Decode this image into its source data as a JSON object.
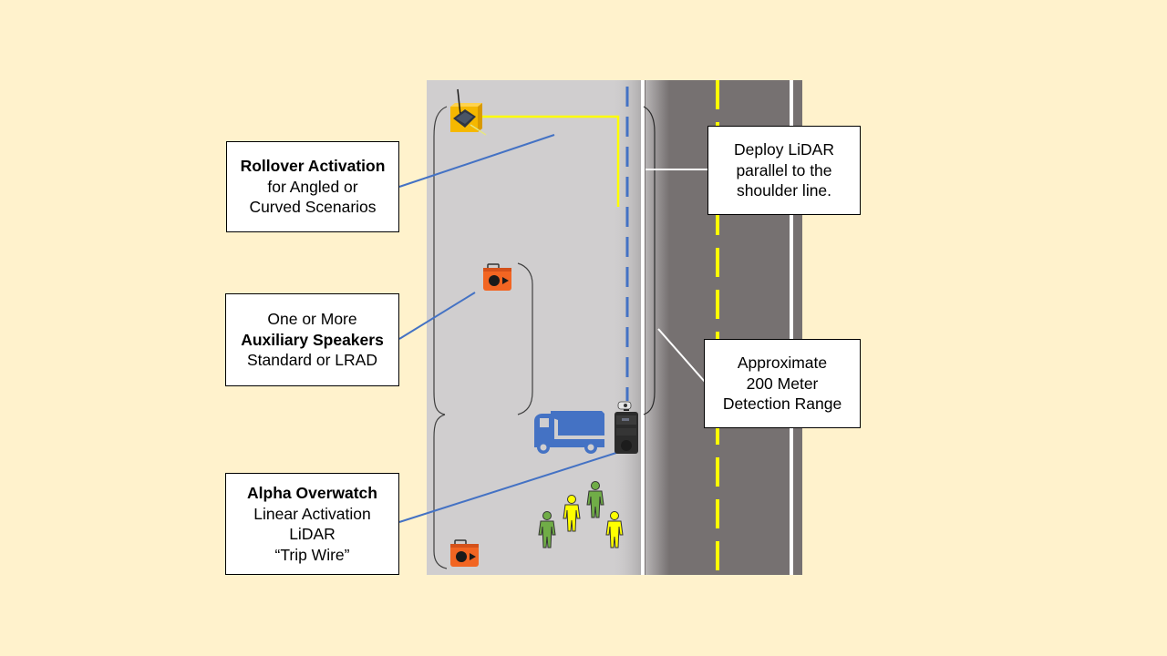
{
  "colors": {
    "background": "#fff2cc",
    "shoulder": "#d0cecf",
    "road": "#767171",
    "lane_line": "#ffffff",
    "center_line": "#ffff00",
    "detection_line": "#4472c4",
    "truck": "#4472c4",
    "person_green": "#70ad47",
    "person_yellow": "#ffff00",
    "speaker": "#f26522",
    "sensor_box": "#f5b800"
  },
  "callouts": {
    "rollover": {
      "title": "Rollover Activation",
      "line1": "for Angled or",
      "line2": "Curved Scenarios"
    },
    "speakers": {
      "line0": "One or More",
      "title": "Auxiliary Speakers",
      "line2": "Standard or LRAD"
    },
    "alpha": {
      "title": "Alpha Overwatch",
      "line1": "Linear Activation",
      "line2": "LiDAR",
      "line3": "“Trip Wire”"
    },
    "deploy": {
      "line1": "Deploy LiDAR",
      "line2": "parallel to the",
      "line3": "shoulder line."
    },
    "range": {
      "line1": "Approximate",
      "line2": "200 Meter",
      "line3": "Detection Range"
    }
  },
  "scene": {
    "devices": [
      {
        "type": "rollover-sensor",
        "label": "wireless rollover sensor"
      },
      {
        "type": "speaker",
        "label": "auxiliary speaker (upper)"
      },
      {
        "type": "speaker",
        "label": "auxiliary speaker (lower)"
      },
      {
        "type": "lidar-unit",
        "label": "Alpha Overwatch LiDAR unit"
      },
      {
        "type": "truck",
        "label": "dump truck"
      }
    ],
    "workers": [
      {
        "color": "green"
      },
      {
        "color": "yellow"
      },
      {
        "color": "green"
      },
      {
        "color": "yellow"
      }
    ]
  }
}
